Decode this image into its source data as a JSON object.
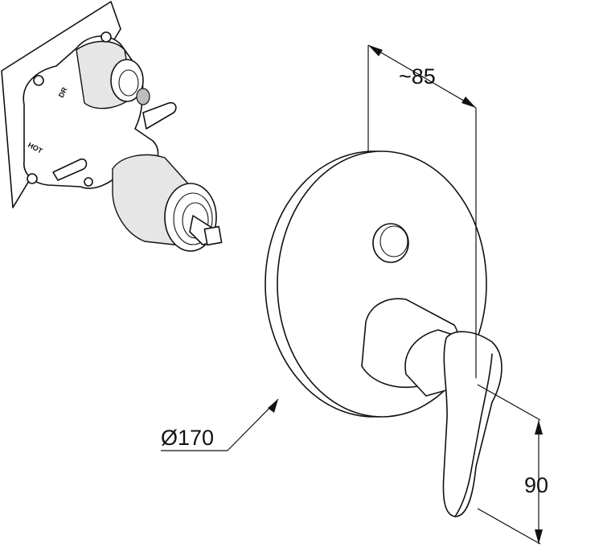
{
  "dimensions": {
    "depth_label": "~85",
    "diameter_label": "Ø170",
    "height_label": "90"
  },
  "body_markings": {
    "upper_port": "DR",
    "side_port": "HOT"
  },
  "colors": {
    "line": "#111111",
    "background": "#ffffff",
    "shade": "#e6e6e6"
  }
}
